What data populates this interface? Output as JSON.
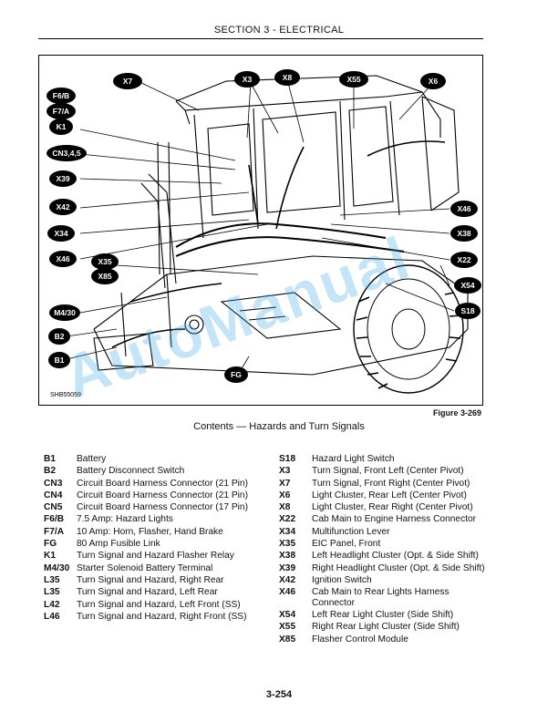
{
  "header": {
    "section_title": "SECTION 3 - ELECTRICAL"
  },
  "figure": {
    "ref": "Figure 3-269",
    "drawing_code": "SHB55059",
    "callouts": [
      "X7",
      "X3",
      "X8",
      "X55",
      "X6",
      "F6/B",
      "F7/A",
      "K1",
      "CN3,4,5",
      "X39",
      "X42",
      "X34",
      "X46",
      "X35",
      "X85",
      "M4/30",
      "B2",
      "B1",
      "FG",
      "X46",
      "X38",
      "X22",
      "X54",
      "S18"
    ]
  },
  "caption": "Contents — Hazards and Turn Signals",
  "legend_left": [
    {
      "code": "B1",
      "desc": "Battery"
    },
    {
      "code": "B2",
      "desc": "Battery Disconnect Switch"
    },
    {
      "code": "CN3",
      "desc": "Circuit Board Harness Connector (21 Pin)"
    },
    {
      "code": "CN4",
      "desc": "Circuit Board Harness Connector (21 Pin)"
    },
    {
      "code": "CN5",
      "desc": "Circuit Board Harness Connector (17 Pin)"
    },
    {
      "code": "F6/B",
      "desc": "7.5 Amp: Hazard Lights"
    },
    {
      "code": "F7/A",
      "desc": "10 Amp: Horn, Flasher, Hand Brake"
    },
    {
      "code": "FG",
      "desc": "80 Amp Fusible Link"
    },
    {
      "code": "K1",
      "desc": "Turn Signal and Hazard Flasher Relay"
    },
    {
      "code": "M4/30",
      "desc": "Starter Solenoid Battery Terminal"
    },
    {
      "code": "L35",
      "desc": "Turn Signal and Hazard, Right Rear"
    },
    {
      "code": "L35",
      "desc": "Turn Signal and Hazard, Left Rear"
    },
    {
      "code": "L42",
      "desc": "Turn Signal and Hazard, Left Front (SS)"
    },
    {
      "code": "L46",
      "desc": "Turn Signal and Hazard, Right Front (SS)"
    }
  ],
  "legend_right": [
    {
      "code": "S18",
      "desc": "Hazard Light Switch"
    },
    {
      "code": "X3",
      "desc": "Turn Signal, Front Left (Center Pivot)"
    },
    {
      "code": "X7",
      "desc": "Turn Signal, Front Right (Center Pivot)"
    },
    {
      "code": "X6",
      "desc": "Light Cluster, Rear Left (Center Pivot)"
    },
    {
      "code": "X8",
      "desc": "Light Cluster, Rear Right (Center Pivot)"
    },
    {
      "code": "X22",
      "desc": "Cab Main to Engine Harness Connector"
    },
    {
      "code": "X34",
      "desc": "Multifunction Lever"
    },
    {
      "code": "X35",
      "desc": "EIC Panel, Front"
    },
    {
      "code": "X38",
      "desc": "Left Headlight Cluster (Opt. & Side Shift)"
    },
    {
      "code": "X39",
      "desc": "Right Headlight Cluster (Opt. & Side Shift)"
    },
    {
      "code": "X42",
      "desc": "Ignition Switch"
    },
    {
      "code": "X46",
      "desc": "Cab Main to Rear Lights Harness Connector"
    },
    {
      "code": "X54",
      "desc": "Left Rear Light Cluster (Side Shift)"
    },
    {
      "code": "X55",
      "desc": "Right Rear Light Cluster (Side Shift)"
    },
    {
      "code": "X85",
      "desc": "Flasher Control Module"
    }
  ],
  "page_number": "3-254",
  "watermark": "AutoManual"
}
